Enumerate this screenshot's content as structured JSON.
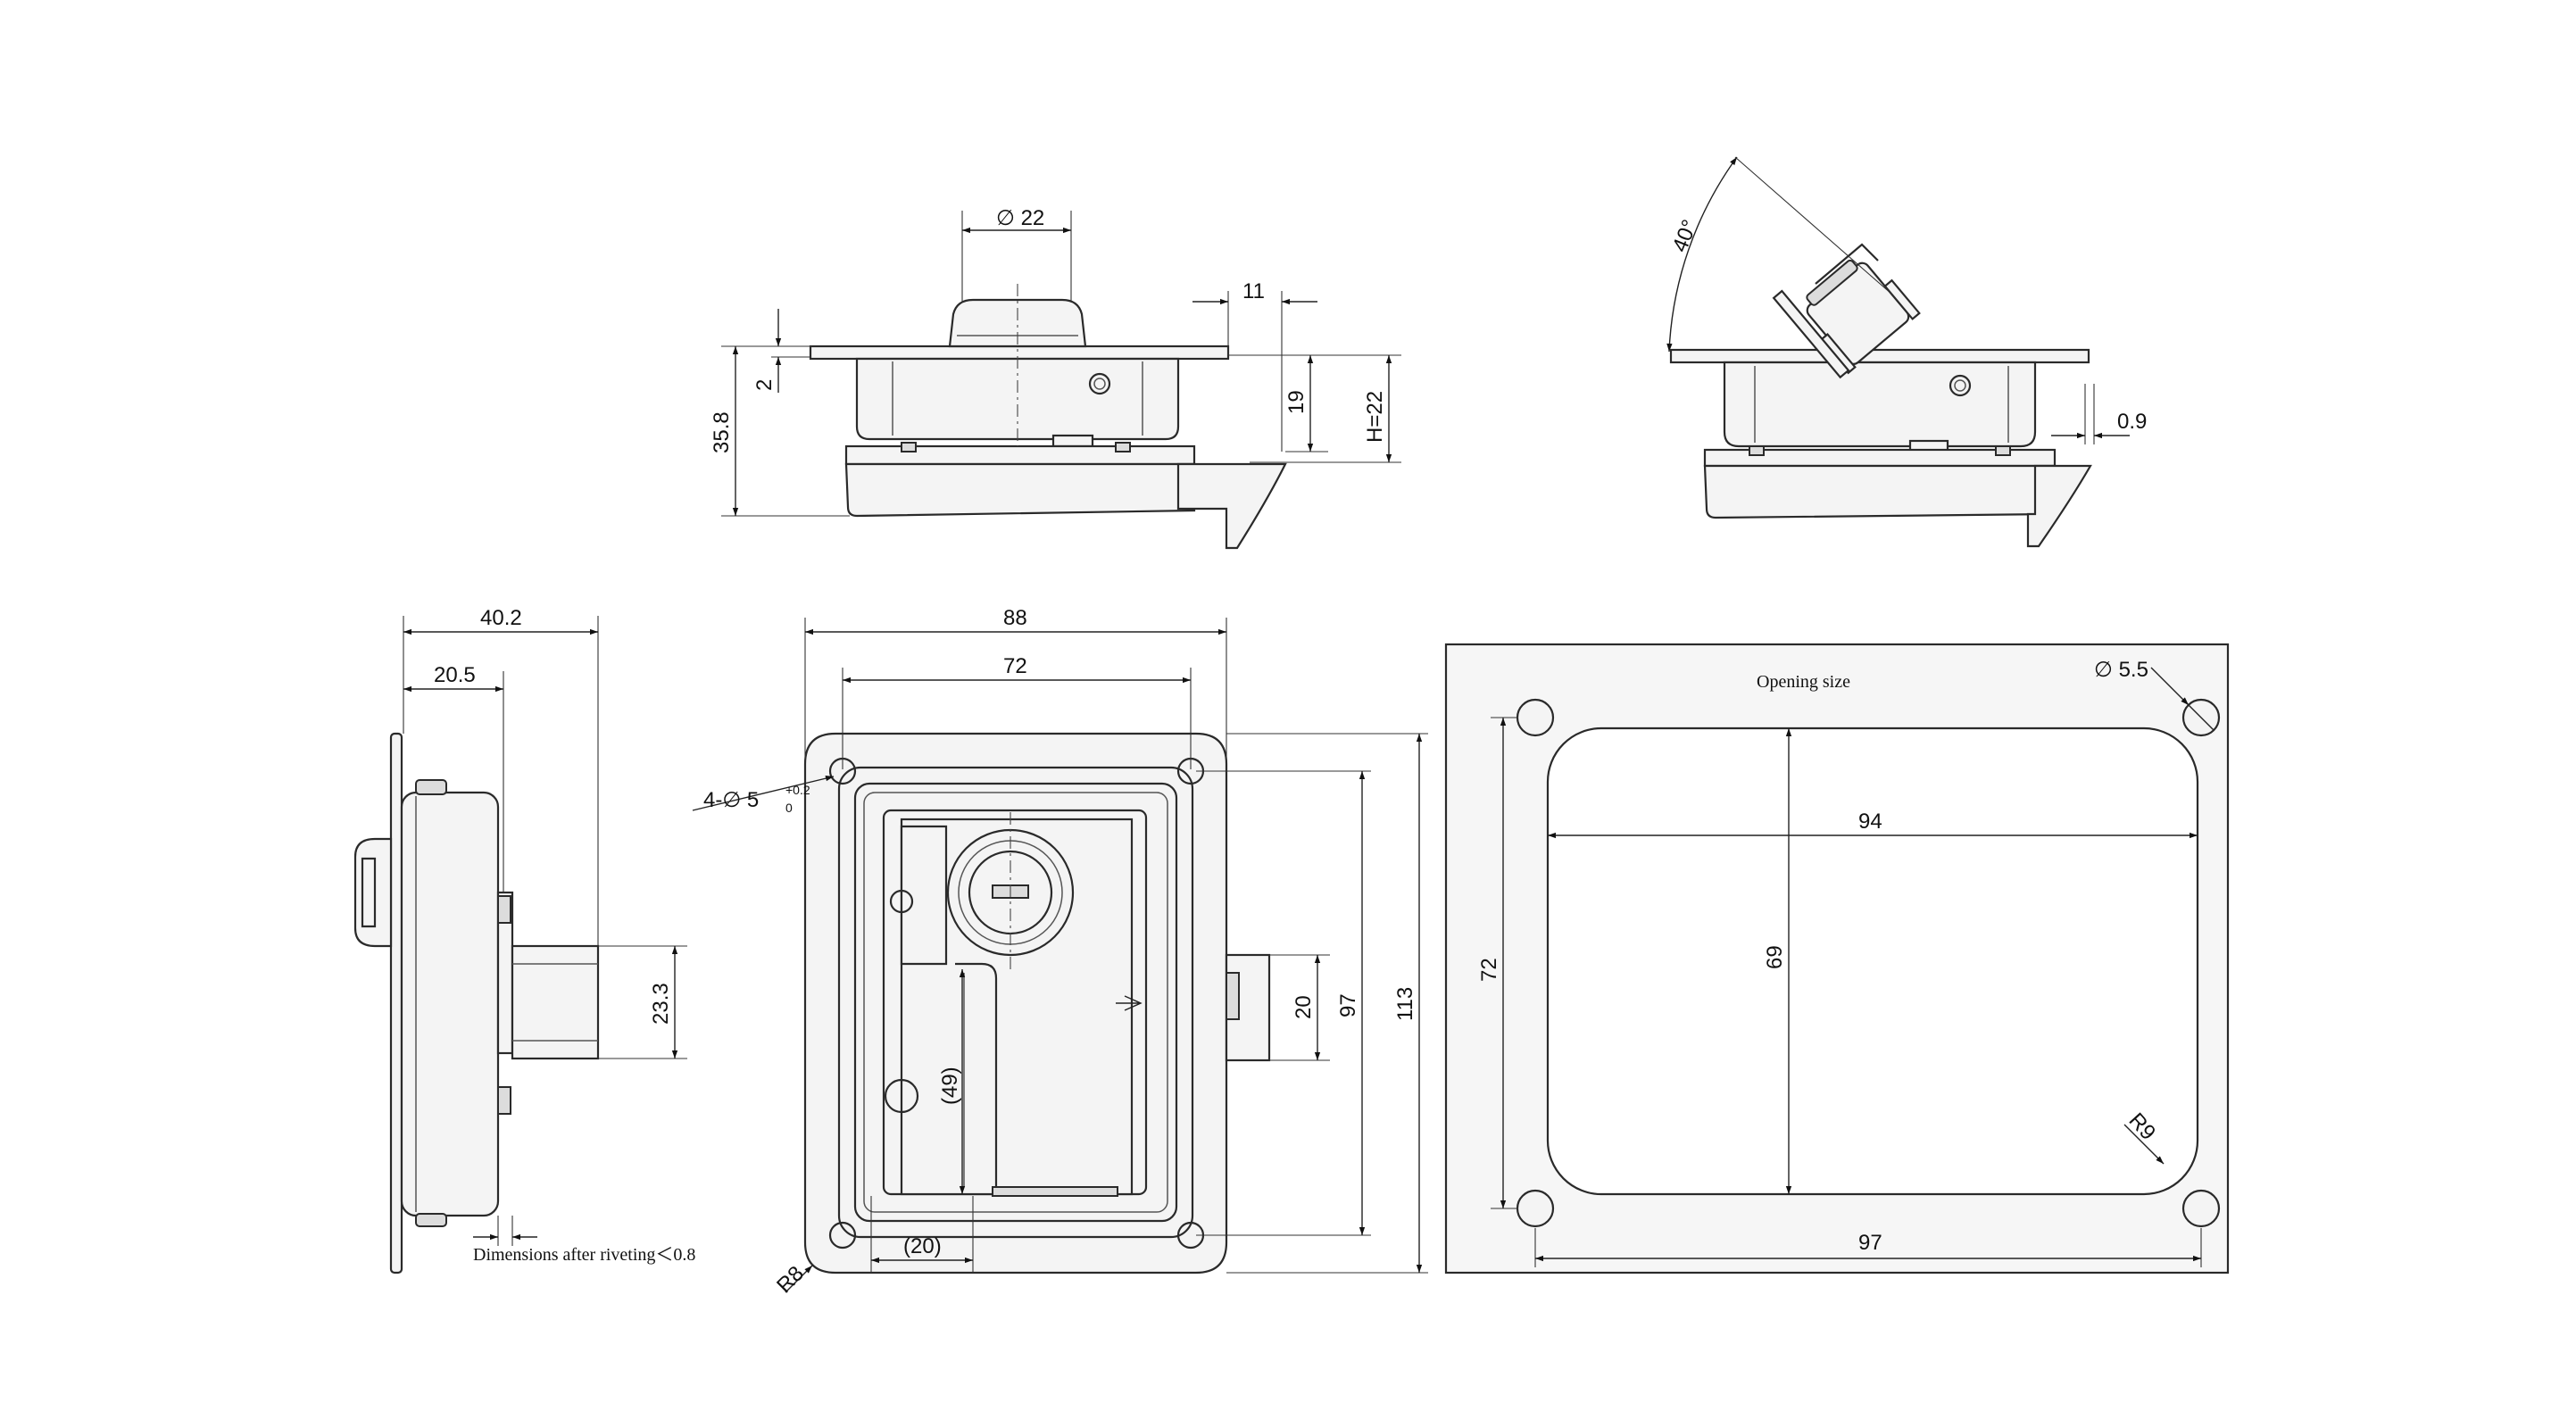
{
  "front_view": {
    "dia_head": "∅ 22",
    "width_11": "11",
    "height_19": "19",
    "height_h": "H=22",
    "flange_2": "2",
    "total_35_8": "35.8"
  },
  "open_view": {
    "angle": "40°",
    "gap": "0.9"
  },
  "side_view": {
    "depth_40_2": "40.2",
    "depth_20_5": "20.5",
    "bolt_23_3": "23.3",
    "note_riveting": "Dimensions after riveting＜0.8"
  },
  "top_view": {
    "width_88": "88",
    "width_72": "72",
    "holes_prefix": "4-∅ 5",
    "holes_tol_upper": "+0.2",
    "holes_tol_lower": "0",
    "height_97": "97",
    "height_113": "113",
    "bolt_20": "20",
    "handle_49": "(49)",
    "offset_20": "(20)",
    "radius_r8": "R8"
  },
  "cutout_view": {
    "title": "Opening size",
    "hole_dia": "∅ 5.5",
    "width_94": "94",
    "height_69": "69",
    "hole_pitch_72": "72",
    "hole_pitch_97": "97",
    "radius_r9": "R9"
  }
}
